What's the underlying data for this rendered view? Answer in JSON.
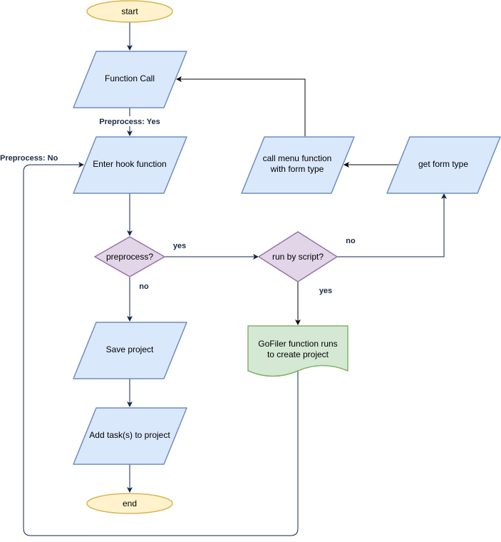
{
  "nodes": {
    "start": "start",
    "function_call": "Function Call",
    "enter_hook": "Enter hook function",
    "preprocess_decision": "preprocess?",
    "save_project": "Save project",
    "add_tasks": "Add task(s) to project",
    "end": "end",
    "run_by_script": "run by script?",
    "gofiler_line1": "GoFiler function runs",
    "gofiler_line2": "to create project",
    "call_menu_line1": "call menu function",
    "call_menu_line2": "with form type",
    "get_form_type": "get form type"
  },
  "edge_labels": {
    "preprocess_yes_top": "Preprocess: Yes",
    "preprocess_no_left": "Preprocess: No",
    "preprocess_yes": "yes",
    "preprocess_no": "no",
    "script_no": "no",
    "script_yes": "yes"
  },
  "colors": {
    "terminal_fill": "#fff2cc",
    "terminal_stroke": "#d6b656",
    "io_fill": "#dae8fc",
    "io_stroke": "#6c8ebf",
    "decision_fill": "#e1d5e7",
    "decision_stroke": "#9673a6",
    "document_fill": "#d5e8d4",
    "document_stroke": "#82b366",
    "edge_dark": "#0d2747",
    "edge_black": "#000000"
  }
}
